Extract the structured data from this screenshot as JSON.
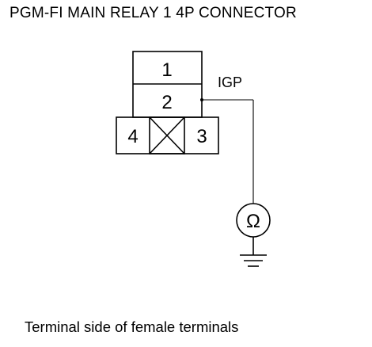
{
  "diagram": {
    "title": "PGM-FI MAIN RELAY 1 4P CONNECTOR",
    "caption": "Terminal side of female terminals",
    "terminals": {
      "t1": "1",
      "t2": "2",
      "t3": "3",
      "t4": "4"
    },
    "wire_label": "IGP",
    "meter_symbol": "Ω"
  }
}
